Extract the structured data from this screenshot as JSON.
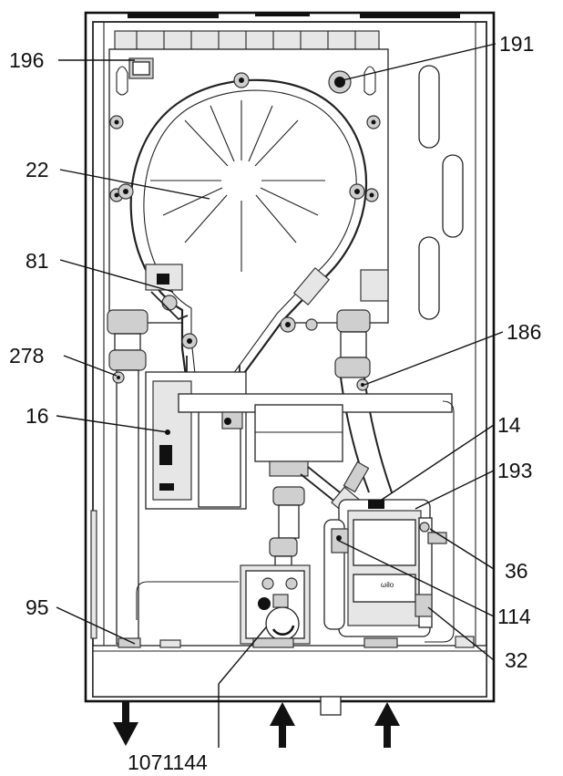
{
  "labels": {
    "l196": "196",
    "l191": "191",
    "l22": "22",
    "l81": "81",
    "l278": "278",
    "l186": "186",
    "l16": "16",
    "l14": "14",
    "l193": "193",
    "l36": "36",
    "l95": "95",
    "l114": "114",
    "l32": "32",
    "drawing_number": "1071144"
  },
  "colors": {
    "line": "#111111",
    "background": "#ffffff"
  }
}
